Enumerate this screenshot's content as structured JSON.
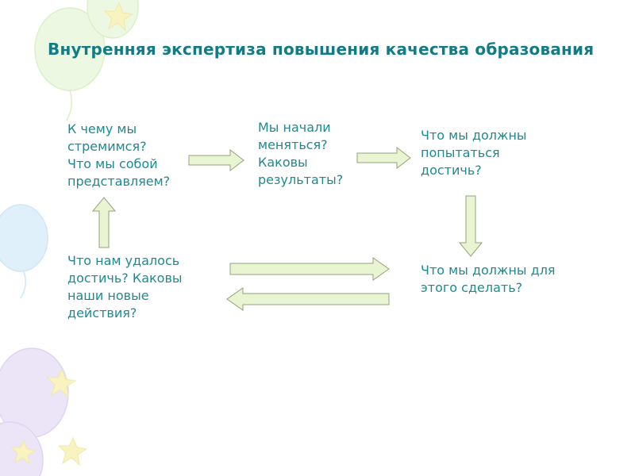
{
  "slide": {
    "title": "Внутренняя экспертиза повышения качества образования"
  },
  "diagram": {
    "blocks": [
      {
        "name": "aspirations",
        "text": "К чему мы\nстремимся?\nЧто мы собой\nпредставляем?"
      },
      {
        "name": "changes",
        "text": "Мы начали\nменяться?\nКаковы\nрезультаты?"
      },
      {
        "name": "goals",
        "text": "Что мы должны\nпопытаться\nдостичь?"
      },
      {
        "name": "actions",
        "text": "Что мы должны для\nэтого сделать?"
      },
      {
        "name": "achievements",
        "text": "Что нам удалось\nдостичь? Каковы\nнаши новые\nдействия?"
      }
    ],
    "arrows": [
      {
        "name": "arrow-aspire-to-change",
        "direction": "right"
      },
      {
        "name": "arrow-change-to-goal",
        "direction": "right"
      },
      {
        "name": "arrow-goal-to-action",
        "direction": "down"
      },
      {
        "name": "arrow-achieve-to-action",
        "direction": "right"
      },
      {
        "name": "arrow-action-to-achieve",
        "direction": "left"
      },
      {
        "name": "arrow-achieve-to-aspire",
        "direction": "up"
      }
    ]
  },
  "colors": {
    "title_text": "#127c86",
    "block_text": "#1d8a93",
    "arrow_fill": "#e9f4d2",
    "arrow_stroke": "#93a27b",
    "background": "#ffffff"
  }
}
